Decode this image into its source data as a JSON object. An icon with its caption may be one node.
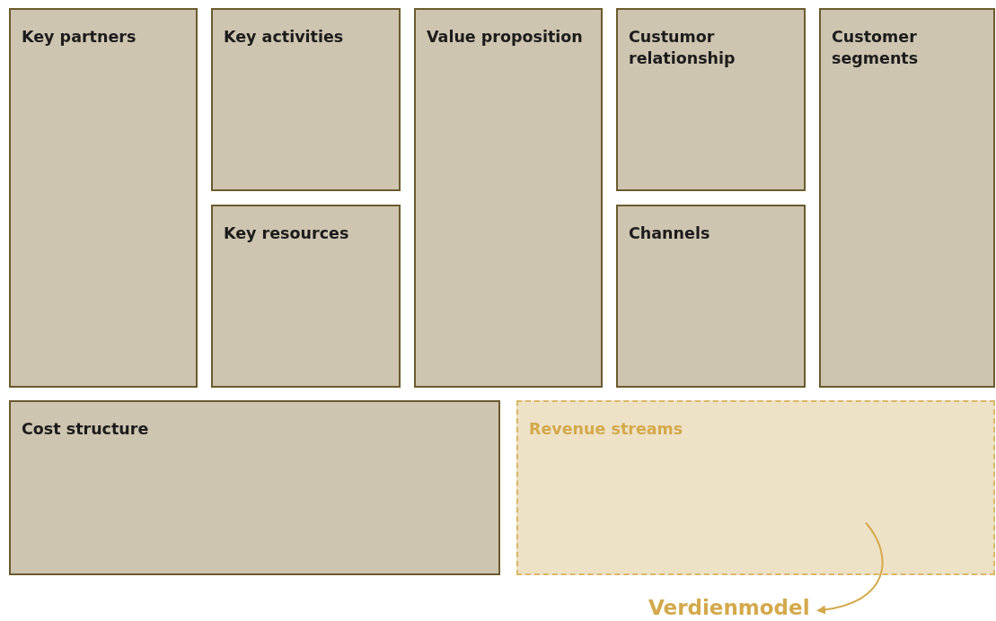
{
  "diagram": {
    "nodes": [
      {
        "text": [
          "Key partners"
        ]
      },
      {
        "text": [
          "Key activities"
        ]
      },
      {
        "text": [
          "Key resources"
        ]
      },
      {
        "text": [
          "Value proposition"
        ]
      },
      {
        "text": [
          "Custumor relationship"
        ]
      },
      {
        "text": [
          "Channels"
        ]
      },
      {
        "text": [
          "Customer segments"
        ]
      },
      {
        "text": [
          "Cost structure"
        ]
      },
      {
        "text": [
          "Revenue streams"
        ]
      },
      {
        "text": [
          "Verdienmodel"
        ]
      }
    ],
    "edges": [
      {
        "from": 8,
        "to": 9,
        "arrow": "to",
        "color": "#d4a94c"
      }
    ]
  }
}
